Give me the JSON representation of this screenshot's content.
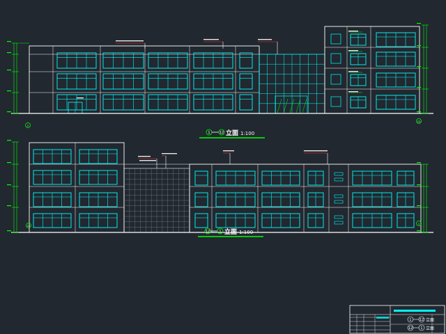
{
  "drawing": {
    "elevation_a": {
      "title_from": "1",
      "title_to": "12",
      "title_suffix": "立面",
      "scale": "1:100",
      "axis_left": "1",
      "axis_right": "12"
    },
    "elevation_b": {
      "title_from": "12",
      "title_to": "1",
      "title_suffix": "立面",
      "scale": "1:100",
      "axis_left": "12",
      "axis_right": "1"
    },
    "title_block": {
      "row1_from": "1",
      "row1_to": "12",
      "row1_suffix": "立面",
      "row2_from": "12",
      "row2_to": "1",
      "row2_suffix": "立面"
    }
  },
  "colors": {
    "background": "#212830",
    "outline": "#ffffff",
    "window": "#00ffff",
    "dimension": "#00ff00",
    "leader": "#ff3030",
    "label": "#e8e8e8"
  }
}
